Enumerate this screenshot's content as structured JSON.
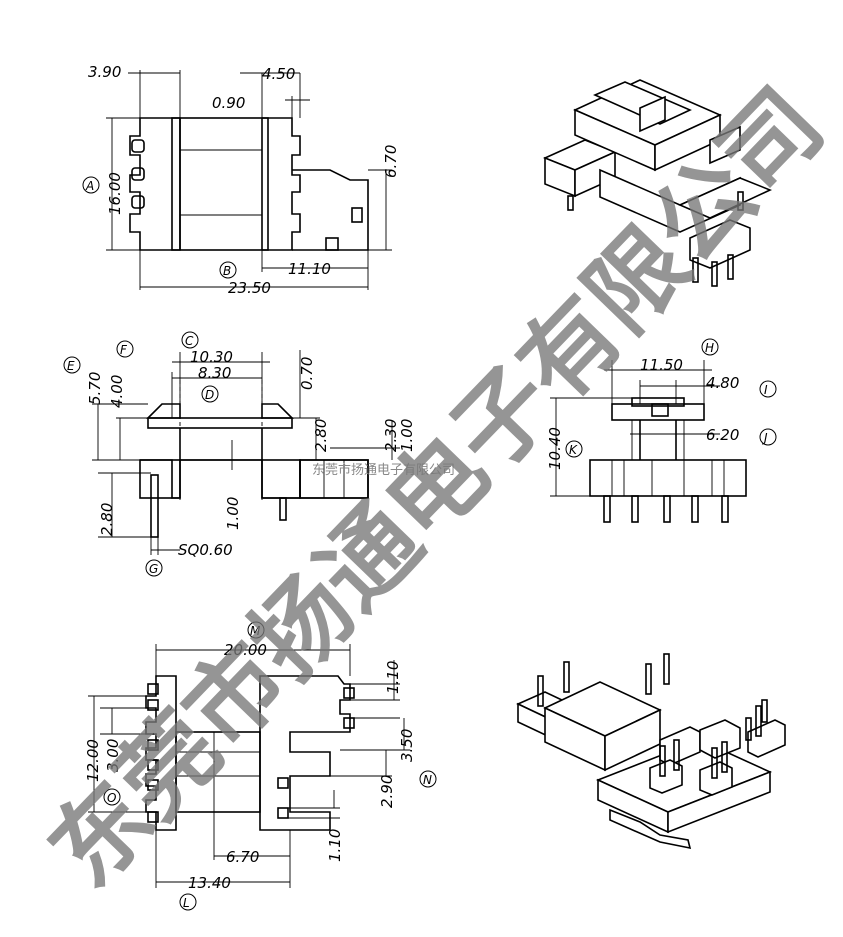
{
  "dimensions": {
    "top_view": [
      "3.90",
      "4.50",
      "0.90",
      "16.00",
      "6.70",
      "11.10",
      "23.50"
    ],
    "front_view": [
      "10.30",
      "8.30",
      "5.70",
      "4.00",
      "0.70",
      "2.80",
      "2.30",
      "1.00",
      "1.00",
      "2.80",
      "SQ0.60"
    ],
    "side_view": [
      "11.50",
      "4.80",
      "6.20",
      "10.40"
    ],
    "bottom_view": [
      "20.00",
      "1.10",
      "12.00",
      "3.00",
      "3.50",
      "2.90",
      "1.10",
      "6.70",
      "13.40"
    ]
  },
  "labels": [
    "A",
    "B",
    "C",
    "D",
    "E",
    "F",
    "G",
    "H",
    "I",
    "J",
    "K",
    "L",
    "M",
    "N",
    "O"
  ],
  "watermark": {
    "large": "东莞市扬通电子有限公司",
    "small": "东莞市扬通电子有限公司"
  }
}
